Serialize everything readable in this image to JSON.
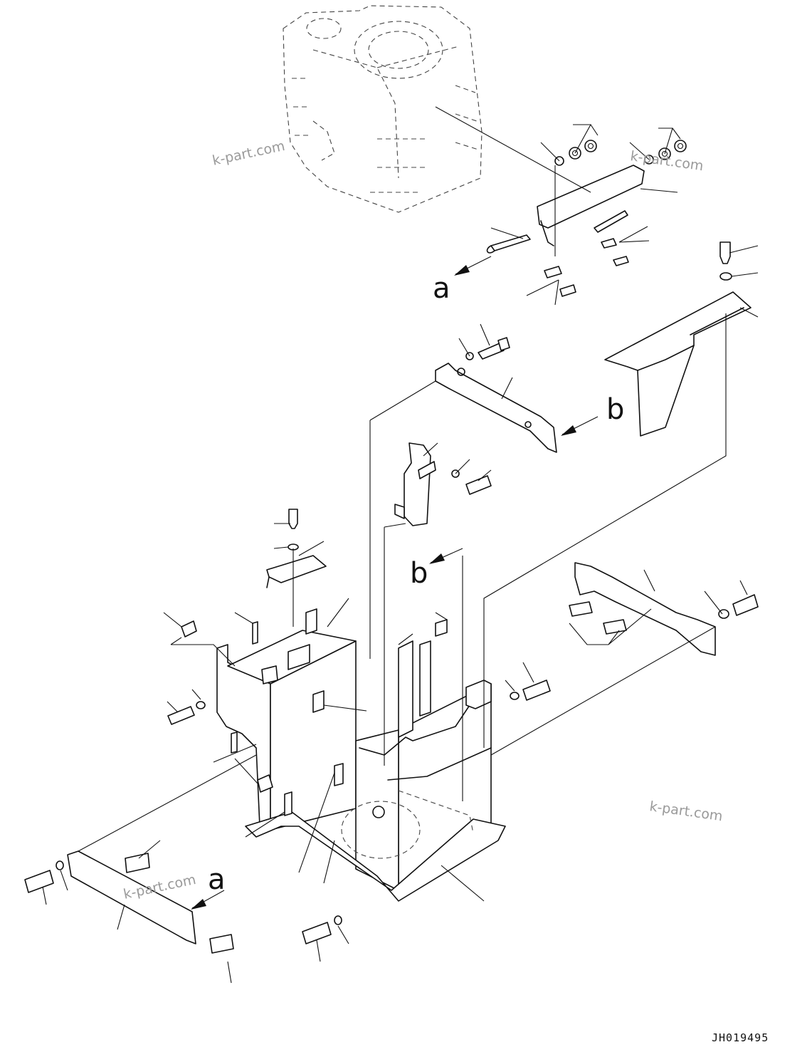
{
  "diagram": {
    "view_marks": [
      "a",
      "b"
    ],
    "watermarks": [
      "k-part.com",
      "k-part.com",
      "k-part.com",
      "k-part.com"
    ],
    "drawing_number": "JH019495"
  }
}
